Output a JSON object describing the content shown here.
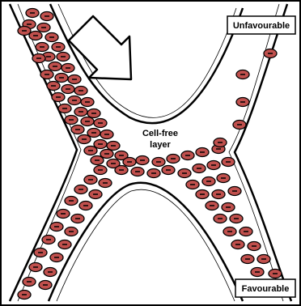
{
  "labels": {
    "unfavourable": "Unfavourable",
    "favourable": "Favourable",
    "cell_free_line1": "Cell-free",
    "cell_free_line2": "layer"
  },
  "colors": {
    "cell_fill": "#c0504d",
    "cell_stroke": "#000000",
    "wall": "#000000",
    "background": "#ffffff"
  },
  "icons": {
    "flow_arrow": "hollow-arrow-down-right"
  }
}
